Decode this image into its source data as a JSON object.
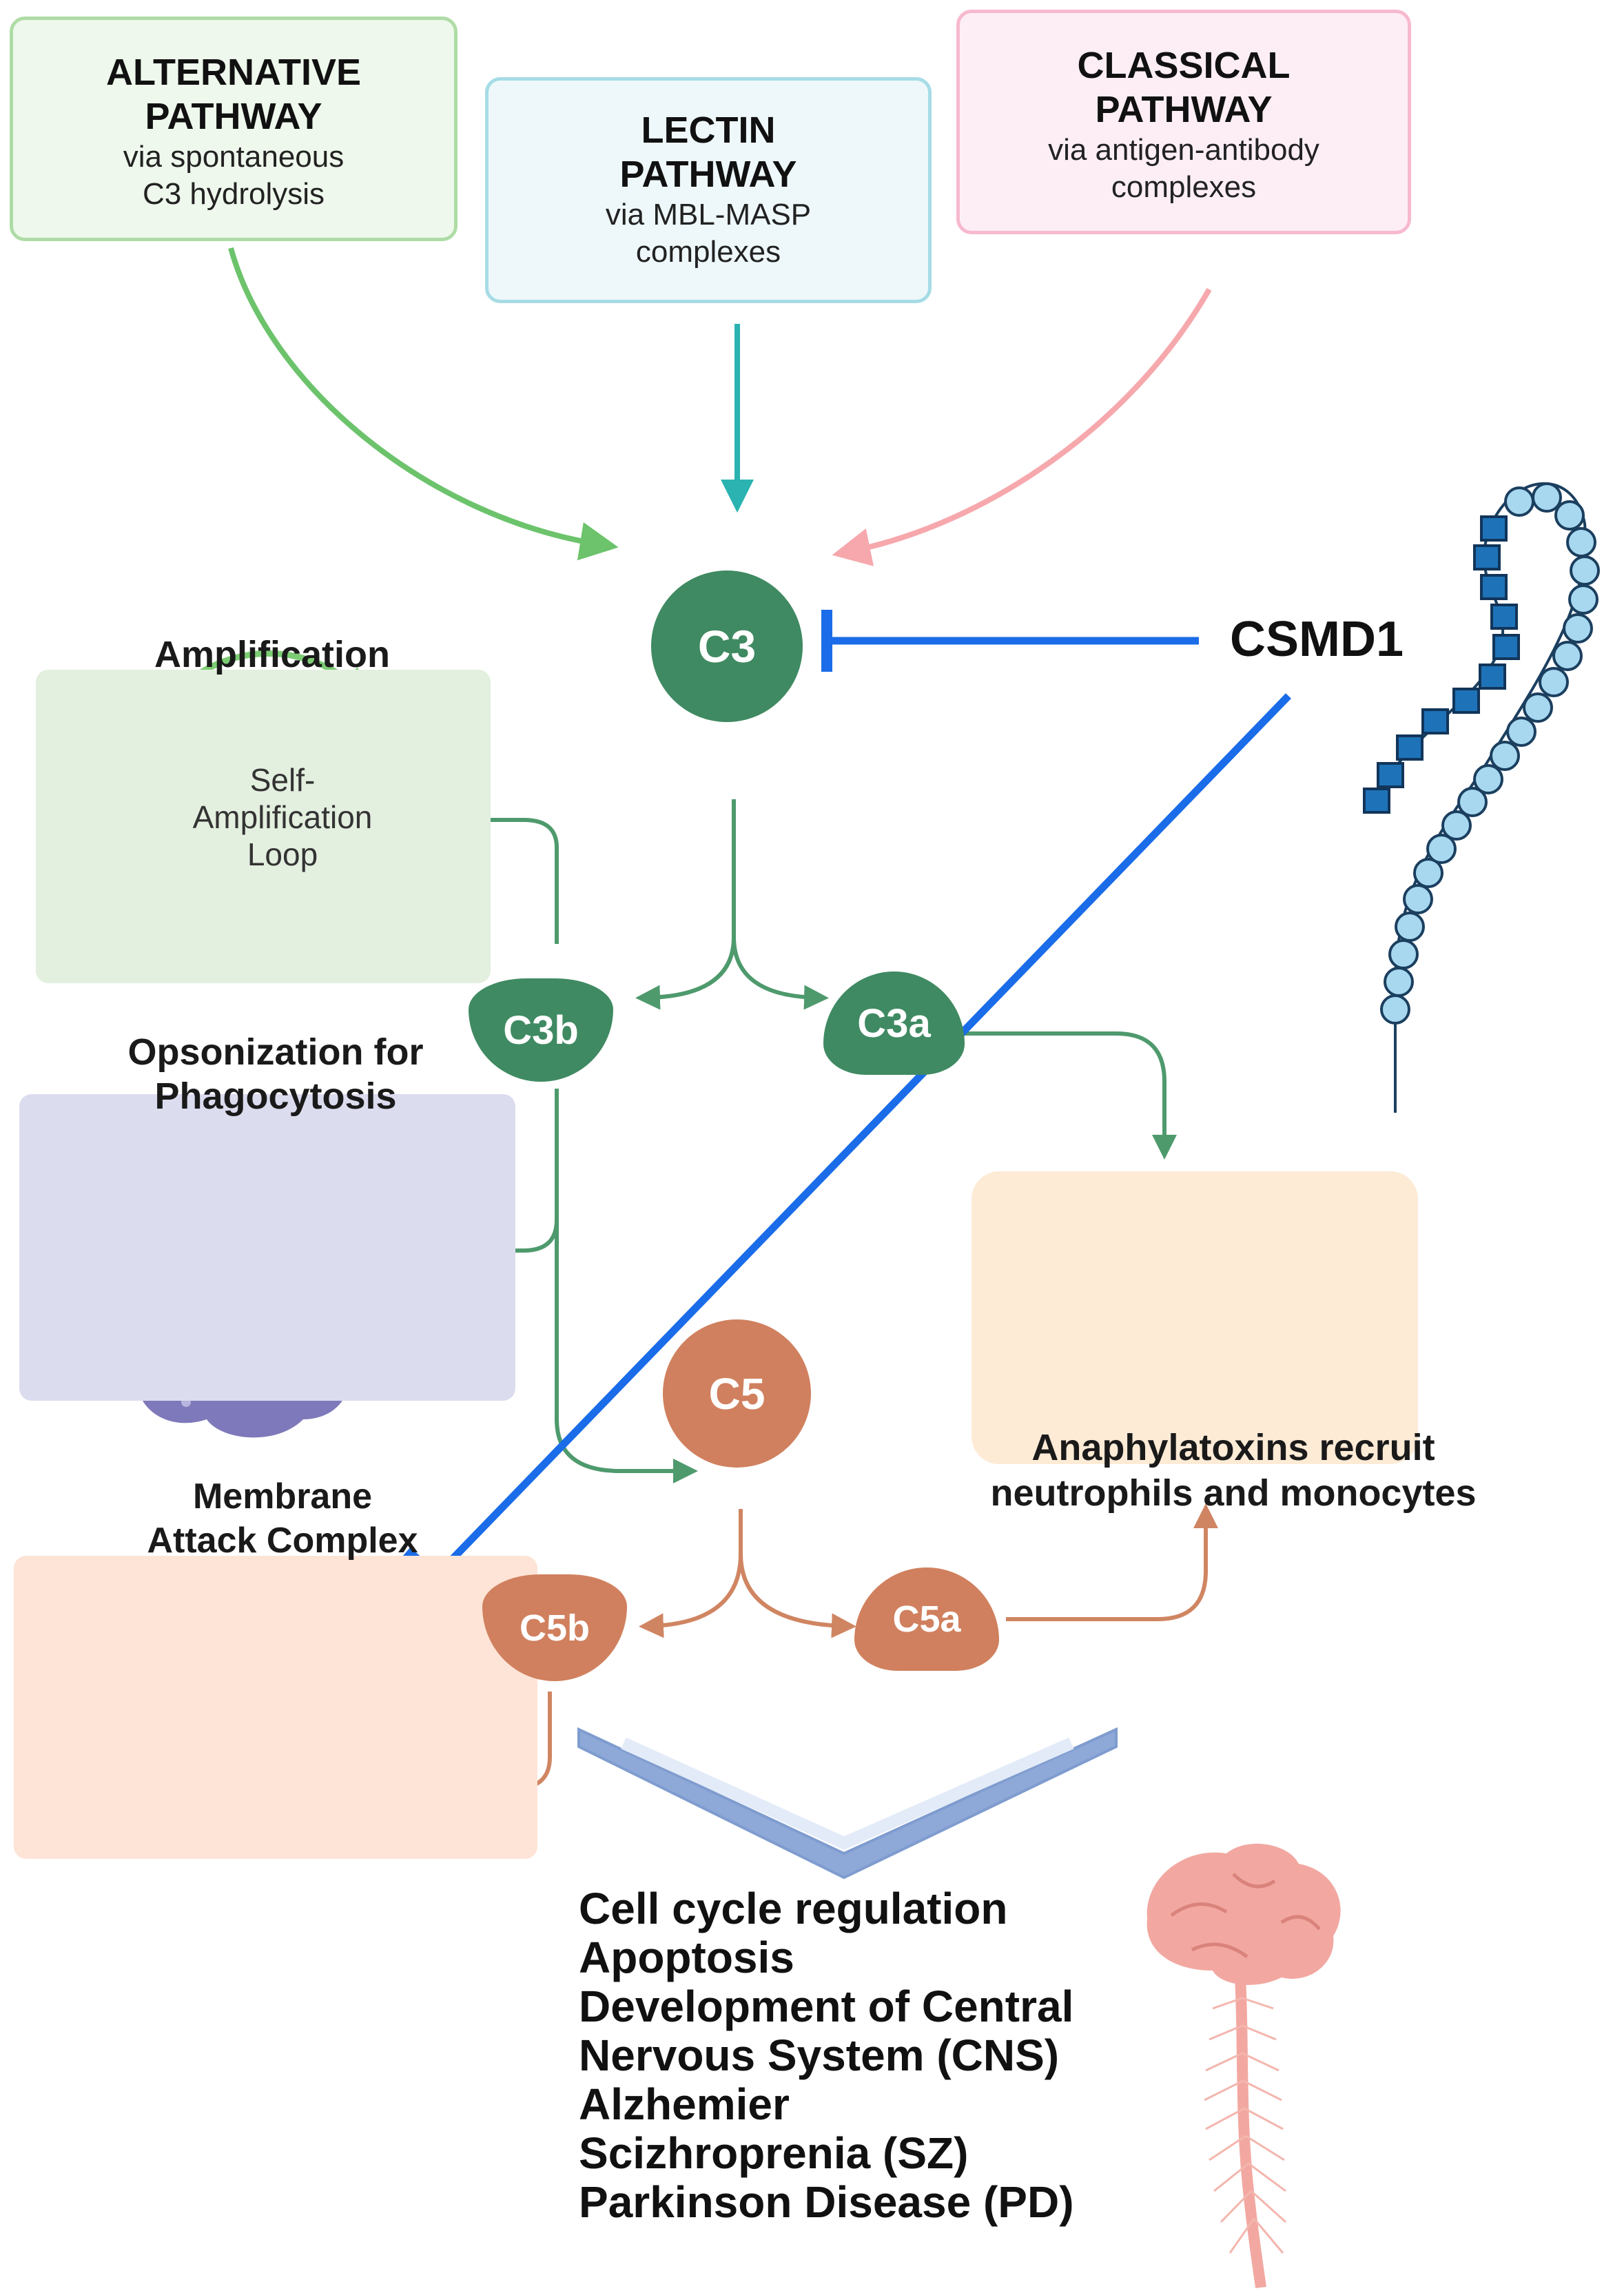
{
  "pathways": {
    "alternative": {
      "title_line1": "ALTERNATIVE",
      "title_line2": "PATHWAY",
      "sub_line1": "via spontaneous",
      "sub_line2": "C3 hydrolysis"
    },
    "lectin": {
      "title_line1": "LECTIN",
      "title_line2": "PATHWAY",
      "sub_line1": "via MBL-MASP",
      "sub_line2": "complexes"
    },
    "classical": {
      "title_line1": "CLASSICAL",
      "title_line2": "PATHWAY",
      "sub_line1": "via antigen-antibody",
      "sub_line2": "complexes"
    }
  },
  "nodes": {
    "c3": "C3",
    "c3b": "C3b",
    "c3a": "C3a",
    "c5": "C5",
    "c5b": "C5b",
    "c5a": "C5a",
    "csmd1": "CSMD1"
  },
  "amplification": {
    "title": "Amplification",
    "loop_line1": "Self-",
    "loop_line2": "Amplification",
    "loop_line3": "Loop"
  },
  "opsonization": {
    "line1": "Opsonization for",
    "line2": "Phagocytosis"
  },
  "anaphylatoxins": {
    "line1": "Anaphylatoxins recruit",
    "line2": "neutrophils and monocytes"
  },
  "mac": {
    "line1": "Membrane",
    "line2": "Attack Complex"
  },
  "outcomes": [
    "Cell cycle regulation",
    "Apoptosis",
    "Development of Central",
    "Nervous System (CNS)",
    "Alzhemier",
    "Scizhroprenia (SZ)",
    "Parkinson Disease (PD)"
  ],
  "colors": {
    "alternative": "#7cc576",
    "lectin": "#2ab3b0",
    "classical": "#f4a3a8",
    "c3_family": "#3f8a62",
    "c5_family": "#d0805e",
    "inhibition": "#1a6ce8"
  }
}
